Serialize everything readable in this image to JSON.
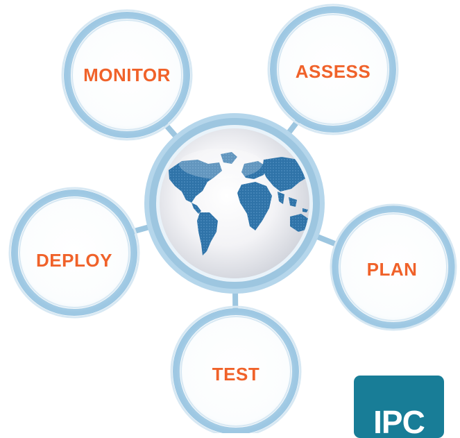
{
  "stages": [
    {
      "id": "monitor",
      "label": "MONITOR"
    },
    {
      "id": "assess",
      "label": "ASSESS"
    },
    {
      "id": "deploy",
      "label": "DEPLOY"
    },
    {
      "id": "plan",
      "label": "PLAN"
    },
    {
      "id": "test",
      "label": "TEST"
    }
  ],
  "center": {
    "icon": "world-map-globe-icon"
  },
  "logo": {
    "text": "IPC"
  },
  "colors": {
    "ring": "#a9d1e9",
    "ring_outline": "#c9dfee",
    "connector": "#9dc6e0",
    "label": "#f0622a",
    "continents": "#2f73a8",
    "logo_bg": "#187d97",
    "logo_text": "#ffffff"
  }
}
